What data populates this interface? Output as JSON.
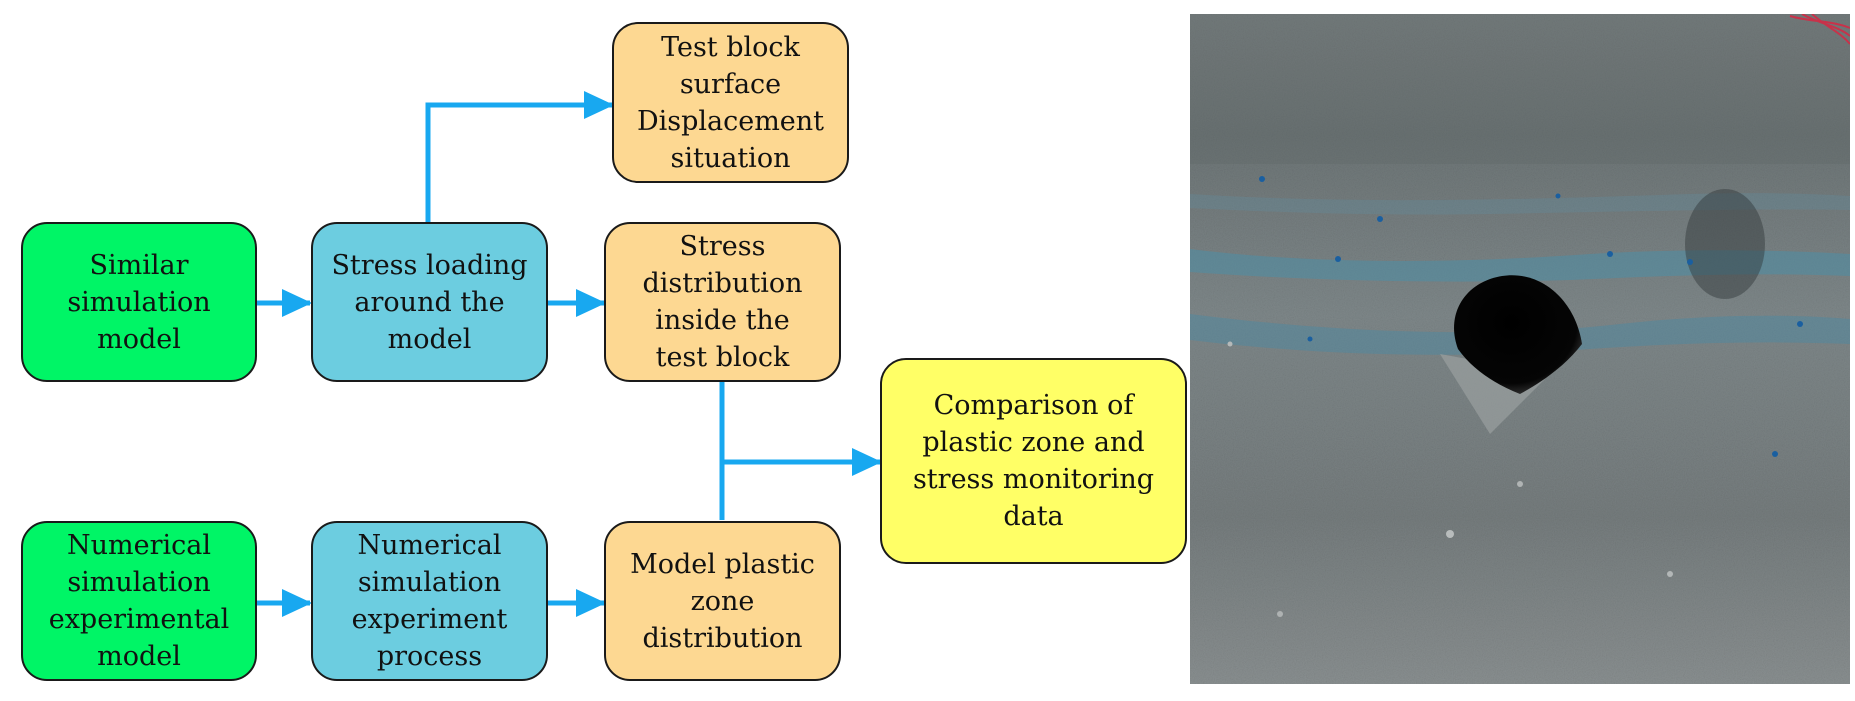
{
  "colors": {
    "green": "#00f566",
    "blue": "#6ccde0",
    "orange": "#fdd892",
    "yellow": "#ffff66",
    "arrow": "#18a8f0"
  },
  "nodes": {
    "similar_model": "Similar\nsimulation\nmodel",
    "stress_loading": "Stress loading\naround the\nmodel",
    "surface_displacement": "Test block\nsurface\nDisplacement\nsituation",
    "stress_distribution": "Stress\ndistribution\ninside the\ntest block",
    "comparison": "Comparison of\nplastic zone and\nstress monitoring\ndata",
    "numerical_model": "Numerical\nsimulation\nexperimental\nmodel",
    "numerical_process": "Numerical\nsimulation\nexperiment\nprocess",
    "plastic_zone": "Model plastic\nzone\ndistribution"
  },
  "photo": {
    "subject": "concrete test block with circular opening"
  }
}
